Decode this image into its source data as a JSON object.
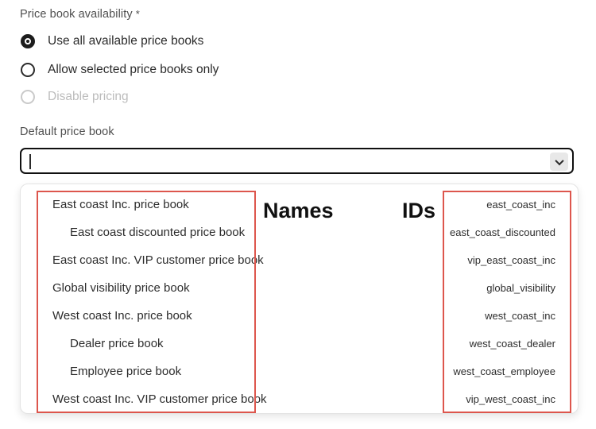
{
  "form": {
    "availability_label": "Price book availability",
    "required_asterisk": "*",
    "radio_options": [
      {
        "label": "Use all available price books",
        "selected": true,
        "disabled": false
      },
      {
        "label": "Allow selected price books only",
        "selected": false,
        "disabled": false
      },
      {
        "label": "Disable pricing",
        "selected": false,
        "disabled": true
      }
    ],
    "default_price_book_label": "Default price book",
    "combobox": {
      "value": "",
      "placeholder": ""
    }
  },
  "dropdown": {
    "names_heading": "Names",
    "ids_heading": "IDs",
    "items": [
      {
        "name": "East coast Inc. price book",
        "id": "east_coast_inc",
        "indented": false
      },
      {
        "name": "East coast discounted price book",
        "id": "east_coast_discounted",
        "indented": true
      },
      {
        "name": "East coast Inc. VIP customer price book",
        "id": "vip_east_coast_inc",
        "indented": false
      },
      {
        "name": "Global visibility price book",
        "id": "global_visibility",
        "indented": false
      },
      {
        "name": "West coast Inc. price book",
        "id": "west_coast_inc",
        "indented": false
      },
      {
        "name": "Dealer price book",
        "id": "west_coast_dealer",
        "indented": true
      },
      {
        "name": "Employee price book",
        "id": "west_coast_employee",
        "indented": true
      },
      {
        "name": "West coast Inc. VIP customer price book",
        "id": "vip_west_coast_inc",
        "indented": false
      }
    ]
  },
  "colors": {
    "annotation_red": "#dd564d",
    "text_dark": "#2c2c2c",
    "label_gray": "#4f4f4f",
    "disabled_gray": "#bcbcbc",
    "input_border": "#101010",
    "chevron_button_bg": "#e8e8e8"
  }
}
